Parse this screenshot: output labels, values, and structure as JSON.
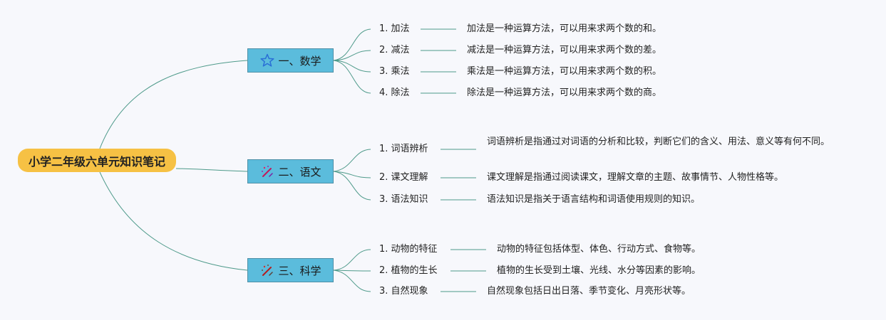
{
  "root": {
    "label": "小学二年级六单元知识笔记"
  },
  "branches": [
    {
      "label": "一、数学",
      "icon": "star-icon",
      "items": [
        {
          "label": "1. 加法",
          "desc": "加法是一种运算方法，可以用来求两个数的和。"
        },
        {
          "label": "2. 减法",
          "desc": "减法是一种运算方法，可以用来求两个数的差。"
        },
        {
          "label": "3. 乘法",
          "desc": "乘法是一种运算方法，可以用来求两个数的积。"
        },
        {
          "label": "4. 除法",
          "desc": "除法是一种运算方法，可以用来求两个数的商。"
        }
      ]
    },
    {
      "label": "二、语文",
      "icon": "magic-wand-icon",
      "items": [
        {
          "label": "1. 词语辨析",
          "desc": "词语辨析是指通过对词语的分析和比较，判断它们的含义、用法、意义等有何不同。"
        },
        {
          "label": "2. 课文理解",
          "desc": "课文理解是指通过阅读课文，理解文章的主题、故事情节、人物性格等。"
        },
        {
          "label": "3. 语法知识",
          "desc": "语法知识是指关于语言结构和词语使用规则的知识。"
        }
      ]
    },
    {
      "label": "三、科学",
      "icon": "magic-wand-icon",
      "items": [
        {
          "label": "1. 动物的特征",
          "desc": "动物的特征包括体型、体色、行动方式、食物等。"
        },
        {
          "label": "2. 植物的生长",
          "desc": "植物的生长受到土壤、光线、水分等因素的影响。"
        },
        {
          "label": "3. 自然现象",
          "desc": "自然现象包括日出日落、季节变化、月亮形状等。"
        }
      ]
    }
  ],
  "colors": {
    "root_bg": "#f6c144",
    "branch_bg": "#5bbcdc",
    "branch_border": "#4d8fa6",
    "connector": "#4e9a8a",
    "background": "#f7f8fc"
  }
}
